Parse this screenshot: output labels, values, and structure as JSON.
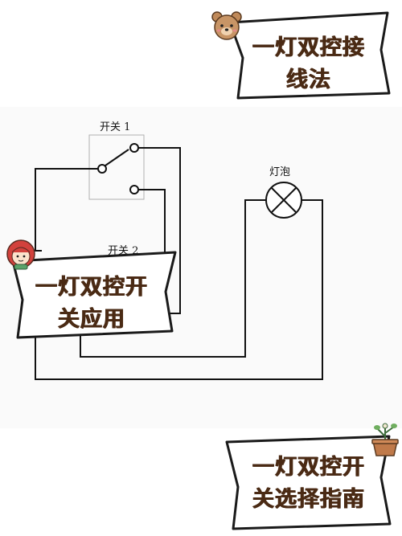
{
  "diagram": {
    "switch1_label": "开关 1",
    "switch2_label": "开关 2",
    "bulb_label": "灯泡"
  },
  "banners": {
    "top": {
      "line1": "一灯双控接",
      "line2": "线法"
    },
    "middle": {
      "line1": "一灯双控开",
      "line2": "关应用"
    },
    "bottom": {
      "line1": "一灯双控开",
      "line2": "关选择指南"
    }
  },
  "icons": {
    "top": "bear-face-icon",
    "middle": "girl-face-icon",
    "bottom": "potted-plant-icon"
  },
  "colors": {
    "banner_text": "#4a2a14",
    "banner_border": "#1a1a1a",
    "wire": "#111111",
    "switch_box": "#b0b0b0"
  }
}
